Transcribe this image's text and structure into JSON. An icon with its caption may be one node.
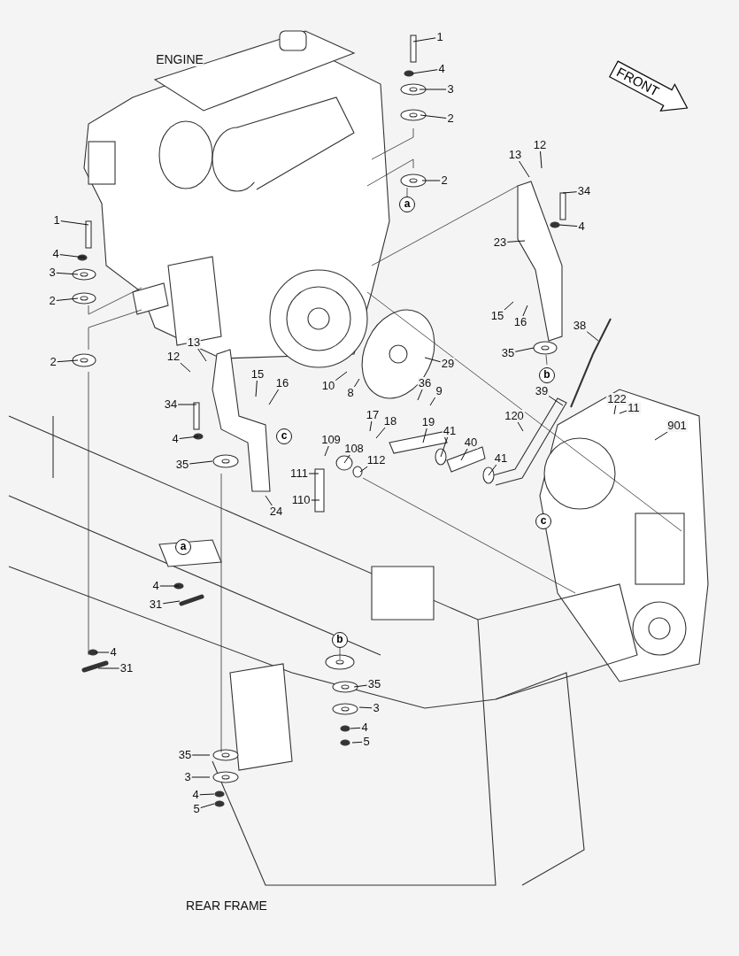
{
  "diagram": {
    "nodes": [
      {
        "text": [
          "1"
        ]
      },
      {
        "text": [
          "4"
        ]
      },
      {
        "text": [
          "3"
        ]
      },
      {
        "text": [
          "2"
        ]
      },
      {
        "text": [
          "2"
        ]
      },
      {
        "text": [
          "a"
        ]
      },
      {
        "text": [
          "FRONT"
        ]
      },
      {
        "text": [
          "13"
        ]
      },
      {
        "text": [
          "12"
        ]
      },
      {
        "text": [
          "34"
        ]
      },
      {
        "text": [
          "1"
        ]
      },
      {
        "text": [
          "4"
        ]
      },
      {
        "text": [
          "23"
        ]
      },
      {
        "text": [
          "4"
        ]
      },
      {
        "text": [
          "3"
        ]
      },
      {
        "text": [
          "2"
        ]
      },
      {
        "text": [
          "15"
        ]
      },
      {
        "text": [
          "16"
        ]
      },
      {
        "text": [
          "38"
        ]
      },
      {
        "text": [
          "13"
        ]
      },
      {
        "text": [
          "35"
        ]
      },
      {
        "text": [
          "12"
        ]
      },
      {
        "text": [
          "2"
        ]
      },
      {
        "text": [
          "b"
        ]
      },
      {
        "text": [
          "29"
        ]
      },
      {
        "text": [
          "15"
        ]
      },
      {
        "text": [
          "16"
        ]
      },
      {
        "text": [
          "10"
        ]
      },
      {
        "text": [
          "8"
        ]
      },
      {
        "text": [
          "36"
        ]
      },
      {
        "text": [
          "9"
        ]
      },
      {
        "text": [
          "39"
        ]
      },
      {
        "text": [
          "122"
        ]
      },
      {
        "text": [
          "34"
        ]
      },
      {
        "text": [
          "11"
        ]
      },
      {
        "text": [
          "17"
        ]
      },
      {
        "text": [
          "120"
        ]
      },
      {
        "text": [
          "18"
        ]
      },
      {
        "text": [
          "19"
        ]
      },
      {
        "text": [
          "901"
        ]
      },
      {
        "text": [
          "41"
        ]
      },
      {
        "text": [
          "c"
        ]
      },
      {
        "text": [
          "4"
        ]
      },
      {
        "text": [
          "109"
        ]
      },
      {
        "text": [
          "40"
        ]
      },
      {
        "text": [
          "108"
        ]
      },
      {
        "text": [
          "41"
        ]
      },
      {
        "text": [
          "112"
        ]
      },
      {
        "text": [
          "35"
        ]
      },
      {
        "text": [
          "111"
        ]
      },
      {
        "text": [
          "110"
        ]
      },
      {
        "text": [
          "24"
        ]
      },
      {
        "text": [
          "c"
        ]
      },
      {
        "text": [
          "a"
        ]
      },
      {
        "text": [
          "4"
        ]
      },
      {
        "text": [
          "31"
        ]
      },
      {
        "text": [
          "b"
        ]
      },
      {
        "text": [
          "4"
        ]
      },
      {
        "text": [
          "31"
        ]
      },
      {
        "text": [
          "35"
        ]
      },
      {
        "text": [
          "3"
        ]
      },
      {
        "text": [
          "4"
        ]
      },
      {
        "text": [
          "5"
        ]
      },
      {
        "text": [
          "35"
        ]
      },
      {
        "text": [
          "3"
        ]
      },
      {
        "text": [
          "4"
        ]
      },
      {
        "text": [
          "5"
        ]
      }
    ],
    "edges": [
      {
        "from": 0,
        "to": null,
        "arrow": "none"
      },
      {
        "from": 1,
        "to": null,
        "arrow": "none"
      },
      {
        "from": 2,
        "to": null,
        "arrow": "none"
      },
      {
        "from": 3,
        "to": null,
        "arrow": "none"
      },
      {
        "from": 4,
        "to": null,
        "arrow": "none"
      },
      {
        "from": 7,
        "to": null,
        "arrow": "none"
      },
      {
        "from": 8,
        "to": null,
        "arrow": "none"
      },
      {
        "from": 9,
        "to": null,
        "arrow": "none"
      },
      {
        "from": 10,
        "to": null,
        "arrow": "none"
      },
      {
        "from": 11,
        "to": null,
        "arrow": "none"
      },
      {
        "from": 12,
        "to": null,
        "arrow": "none"
      },
      {
        "from": 13,
        "to": null,
        "arrow": "none"
      },
      {
        "from": 14,
        "to": null,
        "arrow": "none"
      },
      {
        "from": 15,
        "to": null,
        "arrow": "none"
      },
      {
        "from": 16,
        "to": null,
        "arrow": "none"
      },
      {
        "from": 17,
        "to": null,
        "arrow": "none"
      },
      {
        "from": 18,
        "to": null,
        "arrow": "none"
      },
      {
        "from": 19,
        "to": null,
        "arrow": "none"
      },
      {
        "from": 20,
        "to": null,
        "arrow": "none"
      },
      {
        "from": 21,
        "to": null,
        "arrow": "none"
      },
      {
        "from": 22,
        "to": null,
        "arrow": "none"
      },
      {
        "from": 24,
        "to": null,
        "arrow": "none"
      },
      {
        "from": 25,
        "to": null,
        "arrow": "none"
      },
      {
        "from": 26,
        "to": null,
        "arrow": "none"
      },
      {
        "from": 27,
        "to": null,
        "arrow": "none"
      },
      {
        "from": 28,
        "to": null,
        "arrow": "none"
      },
      {
        "from": 29,
        "to": null,
        "arrow": "none"
      },
      {
        "from": 30,
        "to": null,
        "arrow": "none"
      },
      {
        "from": 31,
        "to": null,
        "arrow": "none"
      },
      {
        "from": 32,
        "to": null,
        "arrow": "none"
      },
      {
        "from": 33,
        "to": null,
        "arrow": "none"
      },
      {
        "from": 34,
        "to": null,
        "arrow": "none"
      },
      {
        "from": 35,
        "to": null,
        "arrow": "none"
      },
      {
        "from": 36,
        "to": null,
        "arrow": "none"
      },
      {
        "from": 37,
        "to": null,
        "arrow": "none"
      },
      {
        "from": 38,
        "to": null,
        "arrow": "none"
      },
      {
        "from": 39,
        "to": null,
        "arrow": "none"
      },
      {
        "from": 40,
        "to": null,
        "arrow": "none"
      },
      {
        "from": 42,
        "to": null,
        "arrow": "none"
      },
      {
        "from": 43,
        "to": null,
        "arrow": "none"
      },
      {
        "from": 44,
        "to": null,
        "arrow": "none"
      },
      {
        "from": 45,
        "to": null,
        "arrow": "none"
      },
      {
        "from": 46,
        "to": null,
        "arrow": "none"
      },
      {
        "from": 47,
        "to": null,
        "arrow": "none"
      },
      {
        "from": 48,
        "to": null,
        "arrow": "none"
      },
      {
        "from": 49,
        "to": null,
        "arrow": "none"
      },
      {
        "from": 50,
        "to": null,
        "arrow": "none"
      },
      {
        "from": 51,
        "to": null,
        "arrow": "none"
      },
      {
        "from": 54,
        "to": null,
        "arrow": "none"
      },
      {
        "from": 55,
        "to": null,
        "arrow": "none"
      },
      {
        "from": 57,
        "to": null,
        "arrow": "none"
      },
      {
        "from": 58,
        "to": null,
        "arrow": "none"
      },
      {
        "from": 59,
        "to": null,
        "arrow": "none"
      },
      {
        "from": 60,
        "to": null,
        "arrow": "none"
      },
      {
        "from": 61,
        "to": null,
        "arrow": "none"
      },
      {
        "from": 62,
        "to": null,
        "arrow": "none"
      },
      {
        "from": 63,
        "to": null,
        "arrow": "none"
      },
      {
        "from": 64,
        "to": null,
        "arrow": "none"
      },
      {
        "from": 65,
        "to": null,
        "arrow": "none"
      },
      {
        "from": 66,
        "to": null,
        "arrow": "none"
      }
    ],
    "labels": [
      "ENGINE",
      "REAR FRAME"
    ]
  }
}
